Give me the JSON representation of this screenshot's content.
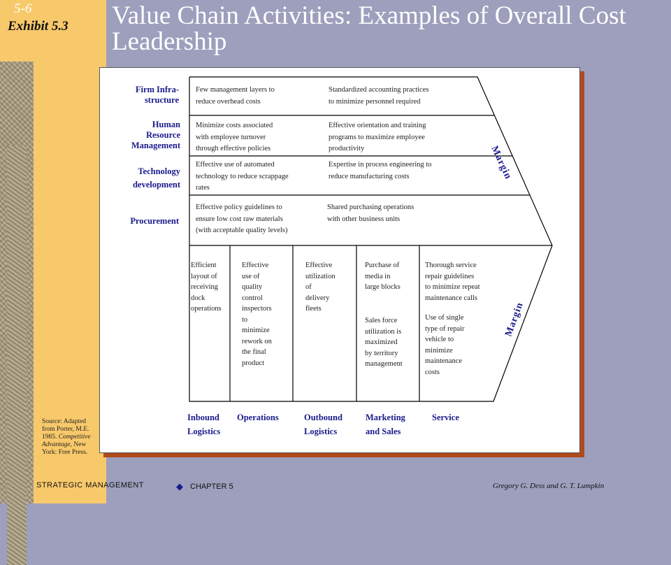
{
  "slide": {
    "number": "5-6",
    "exhibit": "Exhibit 5.3",
    "title": "Value Chain Activities: Examples of Overall Cost Leadership"
  },
  "source_note": {
    "text": "Source: Adapted from Porter, M.E. 1985. ",
    "italic": "Competitive Advantage",
    "tail": ", New York: Free Press."
  },
  "support_labels": [
    "Firm Infra-\nstructure",
    "Human\nResource\nManagement",
    "Technology\ndevelopment",
    "Procurement"
  ],
  "support_activities": [
    {
      "left": "Few management layers to\nreduce overhead costs",
      "right": "Standardized accounting practices\nto minimize personnel required"
    },
    {
      "left": "Minimize costs associated\nwith employee turnover\nthrough effective policies",
      "right": "Effective orientation and training\nprograms to maximize employee\nproductivity"
    },
    {
      "left": "Effective use of automated\ntechnology to reduce scrappage\nrates",
      "right": "Expertise in process engineering to\nreduce manufacturing costs"
    },
    {
      "left": "Effective policy guidelines to\nensure low cost raw materials\n(with acceptable quality levels)",
      "right": "Shared purchasing operations\nwith other business units"
    }
  ],
  "primary_activities": [
    {
      "text": "Efficient\nlayout of\nreceiving\ndock\noperations"
    },
    {
      "text": "Effective\nuse of\nquality\ncontrol\ninspectors\nto\nminimize\nrework on\nthe final\nproduct"
    },
    {
      "text": "Effective\nutilization\nof\ndelivery\nfleets"
    },
    {
      "text": "Purchase of\nmedia in\nlarge blocks",
      "text2": "Sales force\nutilization is\nmaximized\nby territory\nmanagement"
    },
    {
      "text": "Thorough service\nrepair guidelines\nto minimize repeat\nmaintenance calls",
      "text2": "Use of  single\ntype of repair\nvehicle to\nminimize\nmaintenance\ncosts"
    }
  ],
  "primary_labels": [
    "Inbound\nLogistics",
    "Operations",
    "Outbound\nLogistics",
    "Marketing\nand Sales",
    "Service"
  ],
  "margin_label": "Margin",
  "footer": {
    "left": "STRATEGIC MANAGEMENT",
    "center": "CHAPTER 5",
    "right": "Gregory G. Dess and G. T. Lumpkin"
  }
}
